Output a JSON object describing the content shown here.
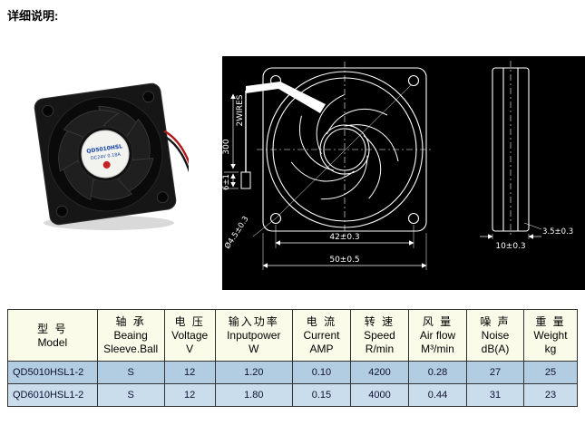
{
  "page": {
    "heading": "详细说明:"
  },
  "photo": {
    "label_line1": "QD5010HSL",
    "label_line2": "DC24V 0.18A"
  },
  "drawing": {
    "labels": {
      "wires": "2WIRES",
      "wire_length": "300",
      "connector": "6±1",
      "hole_dia": "Ø4.5±0.3",
      "hole_pitch": "42±0.3",
      "frame": "50±0.5",
      "thickness": "10±0.3",
      "flange": "3.5±0.3"
    }
  },
  "table": {
    "headers": [
      {
        "zh": "型 号",
        "en": "Model",
        "unit": ""
      },
      {
        "zh": "轴 承",
        "en": "Beaing",
        "unit": "Sleeve.Ball"
      },
      {
        "zh": "电 压",
        "en": "Voltage",
        "unit": "V"
      },
      {
        "zh": "输入功率",
        "en": "Inputpower",
        "unit": "W"
      },
      {
        "zh": "电 流",
        "en": "Current",
        "unit": "AMP"
      },
      {
        "zh": "转 速",
        "en": "Speed",
        "unit": "R/min"
      },
      {
        "zh": "风 量",
        "en": "Air flow",
        "unit": "M³/min"
      },
      {
        "zh": "噪 声",
        "en": "Noise",
        "unit": "dB(A)"
      },
      {
        "zh": "重 量",
        "en": "Weight",
        "unit": "kg"
      }
    ],
    "rows": [
      [
        "QD5010HSL1-2",
        "S",
        "12",
        "1.20",
        "0.10",
        "4200",
        "0.28",
        "27",
        "25"
      ],
      [
        "QD6010HSL1-2",
        "S",
        "12",
        "1.80",
        "0.15",
        "4000",
        "0.44",
        "31",
        "23"
      ]
    ]
  }
}
